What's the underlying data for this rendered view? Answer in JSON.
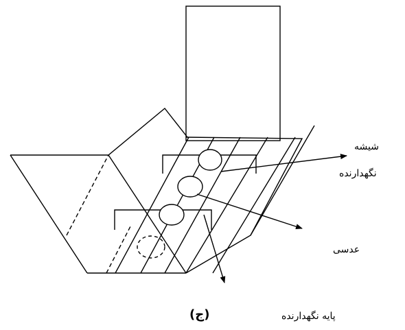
{
  "labels": {
    "glass": "شیشه",
    "holder": "نگهدارنده",
    "lens": "عدسی",
    "base_holder": "پایه نگهدارنده"
  },
  "caption": "(ج)"
}
